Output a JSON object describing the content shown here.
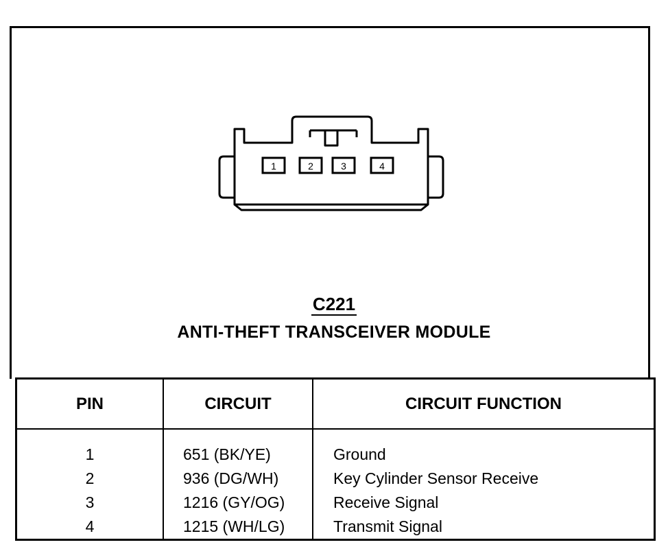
{
  "diagram": {
    "connector_id": "C221",
    "module_name": "ANTI-THEFT TRANSCEIVER MODULE",
    "pin_labels": [
      "1",
      "2",
      "3",
      "4"
    ]
  },
  "table": {
    "headers": {
      "pin": "PIN",
      "circuit": "CIRCUIT",
      "function": "CIRCUIT FUNCTION"
    },
    "rows": [
      {
        "pin": "1",
        "circuit": "651 (BK/YE)",
        "function": "Ground"
      },
      {
        "pin": "2",
        "circuit": "936 (DG/WH)",
        "function": "Key Cylinder Sensor Receive"
      },
      {
        "pin": "3",
        "circuit": "1216 (GY/OG)",
        "function": "Receive Signal"
      },
      {
        "pin": "4",
        "circuit": "1215 (WH/LG)",
        "function": "Transmit Signal"
      }
    ]
  }
}
